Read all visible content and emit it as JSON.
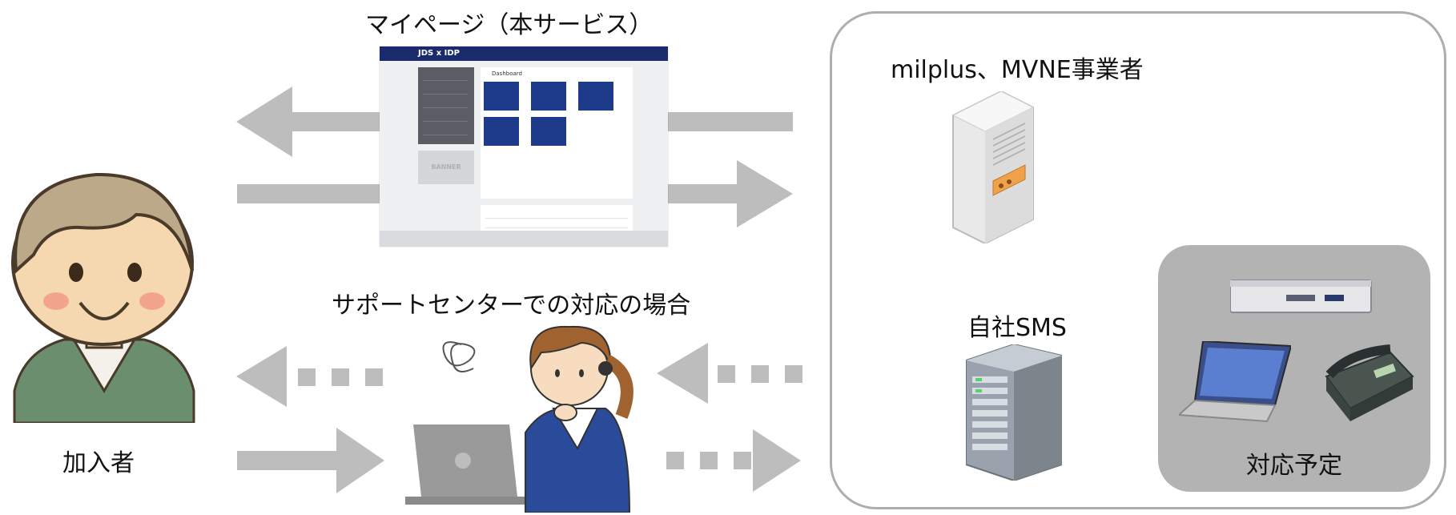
{
  "labels": {
    "my_page": "マイページ（本サービス）",
    "support_center": "サポートセンターでの対応の場合",
    "subscriber": "加入者",
    "operators": "milplus、MVNE事業者",
    "own_sms": "自社SMS",
    "planned": "対応予定"
  },
  "screenshot": {
    "brand": "JDS x IDP",
    "dashboard_title": "Dashboard",
    "banner": "BANNER"
  },
  "colors": {
    "arrow": "#bdbdbd",
    "panel_border": "#aeaeae",
    "planned_box": "#b3b3b3",
    "screenshot_header": "#1a2a6c",
    "tile": "#1e3a8a"
  }
}
